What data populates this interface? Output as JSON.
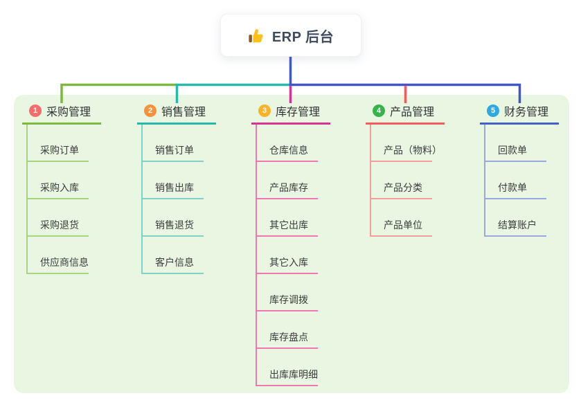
{
  "root": {
    "label": "ERP 后台",
    "icon": "thumbs-up",
    "card_bg": "#ffffff",
    "text_color": "#3d4b5c"
  },
  "panel_bg": "#e9f6e2",
  "connectors": {
    "root_blue": "#4155c5"
  },
  "branches": [
    {
      "index": "1",
      "label": "采购管理",
      "badge_color": "#f56c6c",
      "line_color": "#7cb93e",
      "child_line_color": "#a9d47f",
      "children": [
        "采购订单",
        "采购入库",
        "采购退货",
        "供应商信息"
      ]
    },
    {
      "index": "2",
      "label": "销售管理",
      "badge_color": "#f7913d",
      "line_color": "#29b8ac",
      "child_line_color": "#7fd2ca",
      "children": [
        "销售订单",
        "销售出库",
        "销售退货",
        "客户信息"
      ]
    },
    {
      "index": "3",
      "label": "库存管理",
      "badge_color": "#f7b329",
      "line_color": "#d93390",
      "child_line_color": "#ee77b4",
      "children": [
        "仓库信息",
        "产品库存",
        "其它出库",
        "其它入库",
        "库存调拨",
        "库存盘点",
        "出库库明细"
      ]
    },
    {
      "index": "4",
      "label": "产品管理",
      "badge_color": "#38b34a",
      "line_color": "#f25c5c",
      "child_line_color": "#f59c9c",
      "children": [
        "产品（物料）",
        "产品分类",
        "产品单位"
      ]
    },
    {
      "index": "5",
      "label": "财务管理",
      "badge_color": "#31a9e0",
      "line_color": "#4360c4",
      "child_line_color": "#97a9df",
      "children": [
        "回款单",
        "付款单",
        "结算账户"
      ]
    }
  ]
}
